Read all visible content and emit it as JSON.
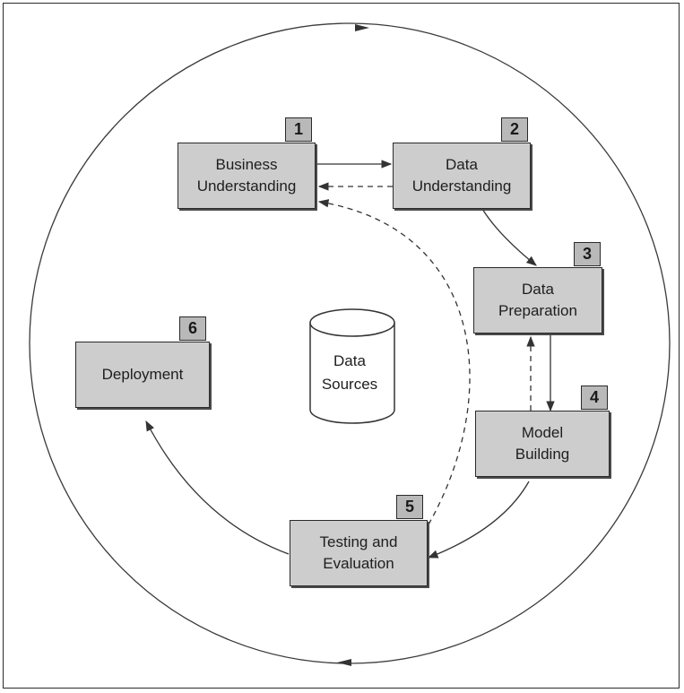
{
  "steps": [
    {
      "number": "1",
      "label": "Business\nUnderstanding"
    },
    {
      "number": "2",
      "label": "Data\nUnderstanding"
    },
    {
      "number": "3",
      "label": "Data\nPreparation"
    },
    {
      "number": "4",
      "label": "Model\nBuilding"
    },
    {
      "number": "5",
      "label": "Testing and\nEvaluation"
    },
    {
      "number": "6",
      "label": "Deployment"
    }
  ],
  "data_store": {
    "label": "Data\nSources"
  }
}
